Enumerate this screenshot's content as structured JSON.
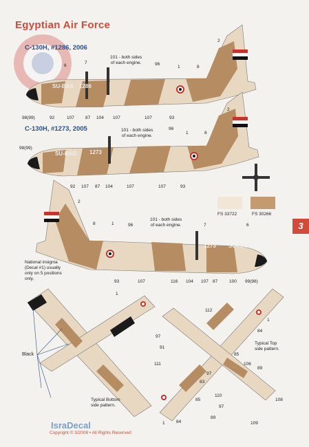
{
  "title": "Egyptian Air Force",
  "aircraft": [
    {
      "heading": "C-130H, #1286, 2006",
      "reg": "SU-BAS",
      "serial": "1286"
    },
    {
      "heading": "C-130H, #1273, 2005",
      "reg": "SU-BAD",
      "serial": "1273"
    }
  ],
  "notes": {
    "engine_line1": "101 - both sides",
    "engine_line2": "of each engine.",
    "insignia": [
      "National insignia",
      "(Decal #1) usually",
      "only on 5 positions",
      "only."
    ],
    "black": "Black",
    "bottom": [
      "Typical Bottom",
      "side pattern."
    ],
    "top": [
      "Typical Top",
      "side pattern."
    ]
  },
  "callouts": {
    "a1": [
      "6",
      "7",
      "96",
      "1",
      "8",
      "2",
      "98(99)",
      "92",
      "107",
      "87",
      "104",
      "107",
      "107",
      "93"
    ],
    "a2": [
      "96",
      "1",
      "8",
      "2",
      "98(99)",
      "92",
      "107",
      "87",
      "104",
      "107",
      "107",
      "93"
    ],
    "a3": [
      "2",
      "8",
      "1",
      "96",
      "7",
      "6",
      "93",
      "107",
      "116",
      "104",
      "107",
      "87",
      "100",
      "99(98)"
    ],
    "bt": [
      "1",
      "112",
      "1",
      "84",
      "97",
      "91",
      "85",
      "111",
      "106",
      "89",
      "97",
      "83",
      "110",
      "97",
      "108",
      "89",
      "109",
      "84",
      "1",
      "85"
    ]
  },
  "swatches": [
    "FS 33722",
    "FS 30266"
  ],
  "page_number": "3",
  "brand": "IsraDecal",
  "copyright": "Copyright © 3/2008 • All Rights Reserved"
}
